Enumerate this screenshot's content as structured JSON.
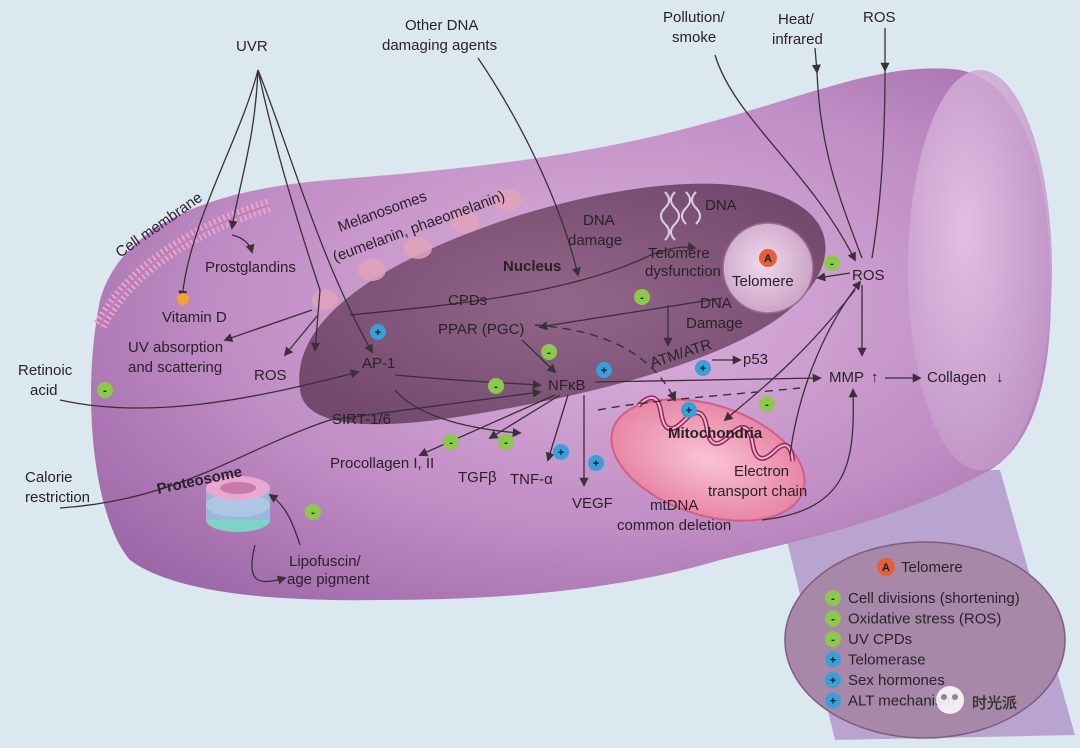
{
  "labels": {
    "uvr": "UVR",
    "other_dna_1": "Other DNA",
    "other_dna_2": "damaging agents",
    "pollution_1": "Pollution/",
    "pollution_2": "smoke",
    "heat_1": "Heat/",
    "heat_2": "infrared",
    "ros_top": "ROS",
    "cell_membrane": "Cell membrane",
    "melanosomes_1": "Melanosomes",
    "melanosomes_2": "(eumelanin, phaeomelanin)",
    "prostglandins": "Prostglandins",
    "vitamin_d": "Vitamin D",
    "uv_abs_1": "UV absorption",
    "uv_abs_2": "and scattering",
    "ros_left": "ROS",
    "retinoic_1": "Retinoic",
    "retinoic_2": "acid",
    "ap1": "AP-1",
    "sirt": "SIRT-1/6",
    "calorie_1": "Calorie",
    "calorie_2": "restriction",
    "proteosome": "Proteosome",
    "lipofuscin_1": "Lipofuscin/",
    "lipofuscin_2": "age pigment",
    "nucleus": "Nucleus",
    "dna": "DNA",
    "dna_damage_1": "DNA",
    "dna_damage_2": "damage",
    "telomere_dys_1": "Telomere",
    "telomere_dys_2": "dysfunction",
    "cpds": "CPDs",
    "telomere": "Telomere",
    "telomere_badge": "A",
    "ros_right": "ROS",
    "dna_damage_r_1": "DNA",
    "dna_damage_r_2": "Damage",
    "ppar": "PPAR (PGC)",
    "atm": "ATM/ATR",
    "p53": "p53",
    "nfkb": "NFκB",
    "mmp": "MMP",
    "collagen": "Collagen",
    "procollagen": "Procollagen I, II",
    "tgfb": "TGFβ",
    "tnfa": "TNF-α",
    "vegf": "VEGF",
    "mitochondria": "Mitochondria",
    "etc_1": "Electron",
    "etc_2": "transport chain",
    "mtdna_1": "mtDNA",
    "mtdna_2": "common deletion",
    "up_arrow": "↑",
    "down_arrow": "↓"
  },
  "legend": {
    "badge": "A",
    "title": "Telomere",
    "items": [
      {
        "sign": "-",
        "label": "Cell divisions (shortening)"
      },
      {
        "sign": "-",
        "label": "Oxidative stress (ROS)"
      },
      {
        "sign": "-",
        "label": "UV CPDs"
      },
      {
        "sign": "+",
        "label": "Telomerase"
      },
      {
        "sign": "+",
        "label": "Sex hormones"
      },
      {
        "sign": "+",
        "label": "ALT mechanism"
      }
    ]
  },
  "watermark": "时光派",
  "colors": {
    "background": "#dbe8ef",
    "cell": "#b986bd",
    "nucleus": "#7c4e72",
    "inhibit_badge": "#8cc84b",
    "activate_badge": "#3a9ed8",
    "telomere_badge": "#e0603a"
  }
}
